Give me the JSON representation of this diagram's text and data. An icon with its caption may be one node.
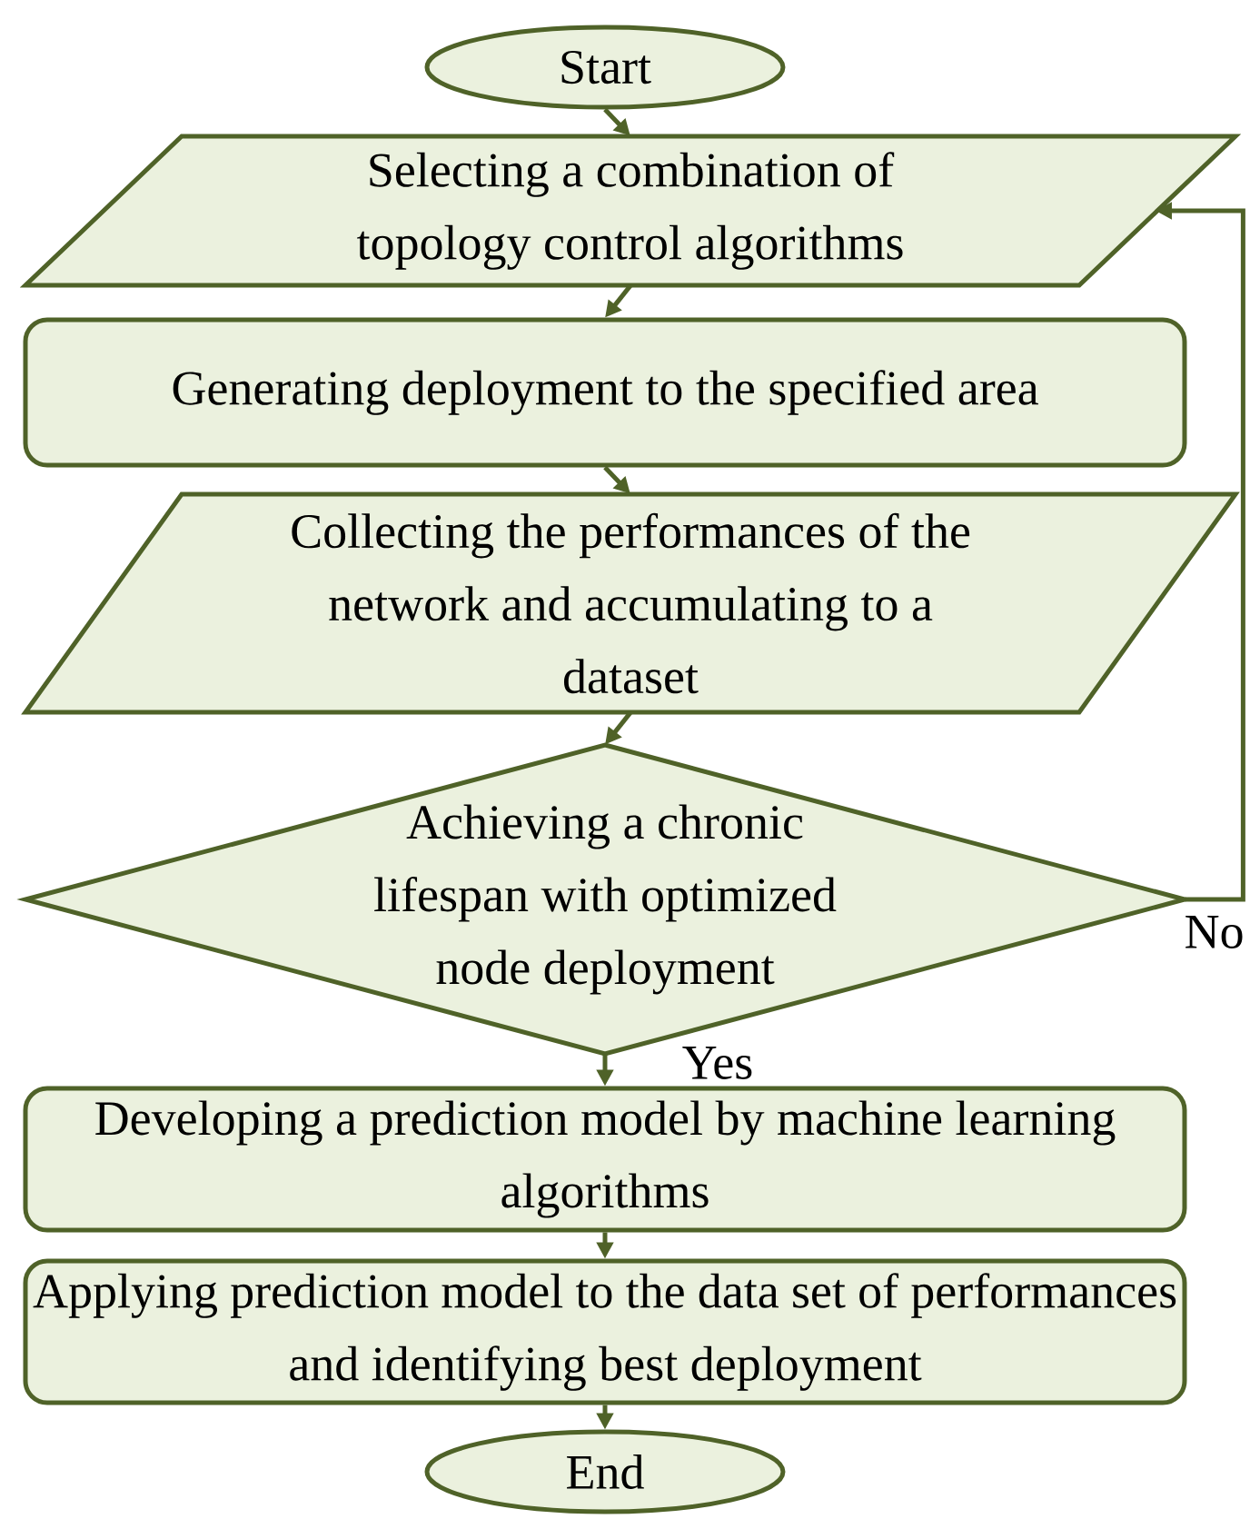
{
  "diagram": {
    "nodes": [
      {
        "text": [
          "Start"
        ]
      },
      {
        "text": [
          "Selecting a combination of topology control algorithms"
        ]
      },
      {
        "text": [
          "Generating deployment to the specified area"
        ]
      },
      {
        "text": [
          "Collecting the performances of the network and accumulating to a dataset"
        ]
      },
      {
        "text": [
          "Achieving a chronic lifespan with optimized node deployment"
        ]
      },
      {
        "text": [
          "Developing a prediction model by machine learning algorithms"
        ]
      },
      {
        "text": [
          "Applying prediction model to the data set of performances and identifying best deployment"
        ]
      },
      {
        "text": [
          "End"
        ]
      }
    ],
    "edges": [
      {
        "from": 0,
        "to": 1,
        "arrow": "to"
      },
      {
        "from": 1,
        "to": 2,
        "arrow": "to"
      },
      {
        "from": 2,
        "to": 3,
        "arrow": "to"
      },
      {
        "from": 3,
        "to": 4,
        "arrow": "to"
      },
      {
        "from": 4,
        "to": 5,
        "arrow": "to",
        "label": "Yes"
      },
      {
        "from": 5,
        "to": 6,
        "arrow": "to"
      },
      {
        "from": 6,
        "to": 7,
        "arrow": "to"
      },
      {
        "from": 4,
        "to": 1,
        "arrow": "to",
        "label": "No"
      }
    ]
  }
}
